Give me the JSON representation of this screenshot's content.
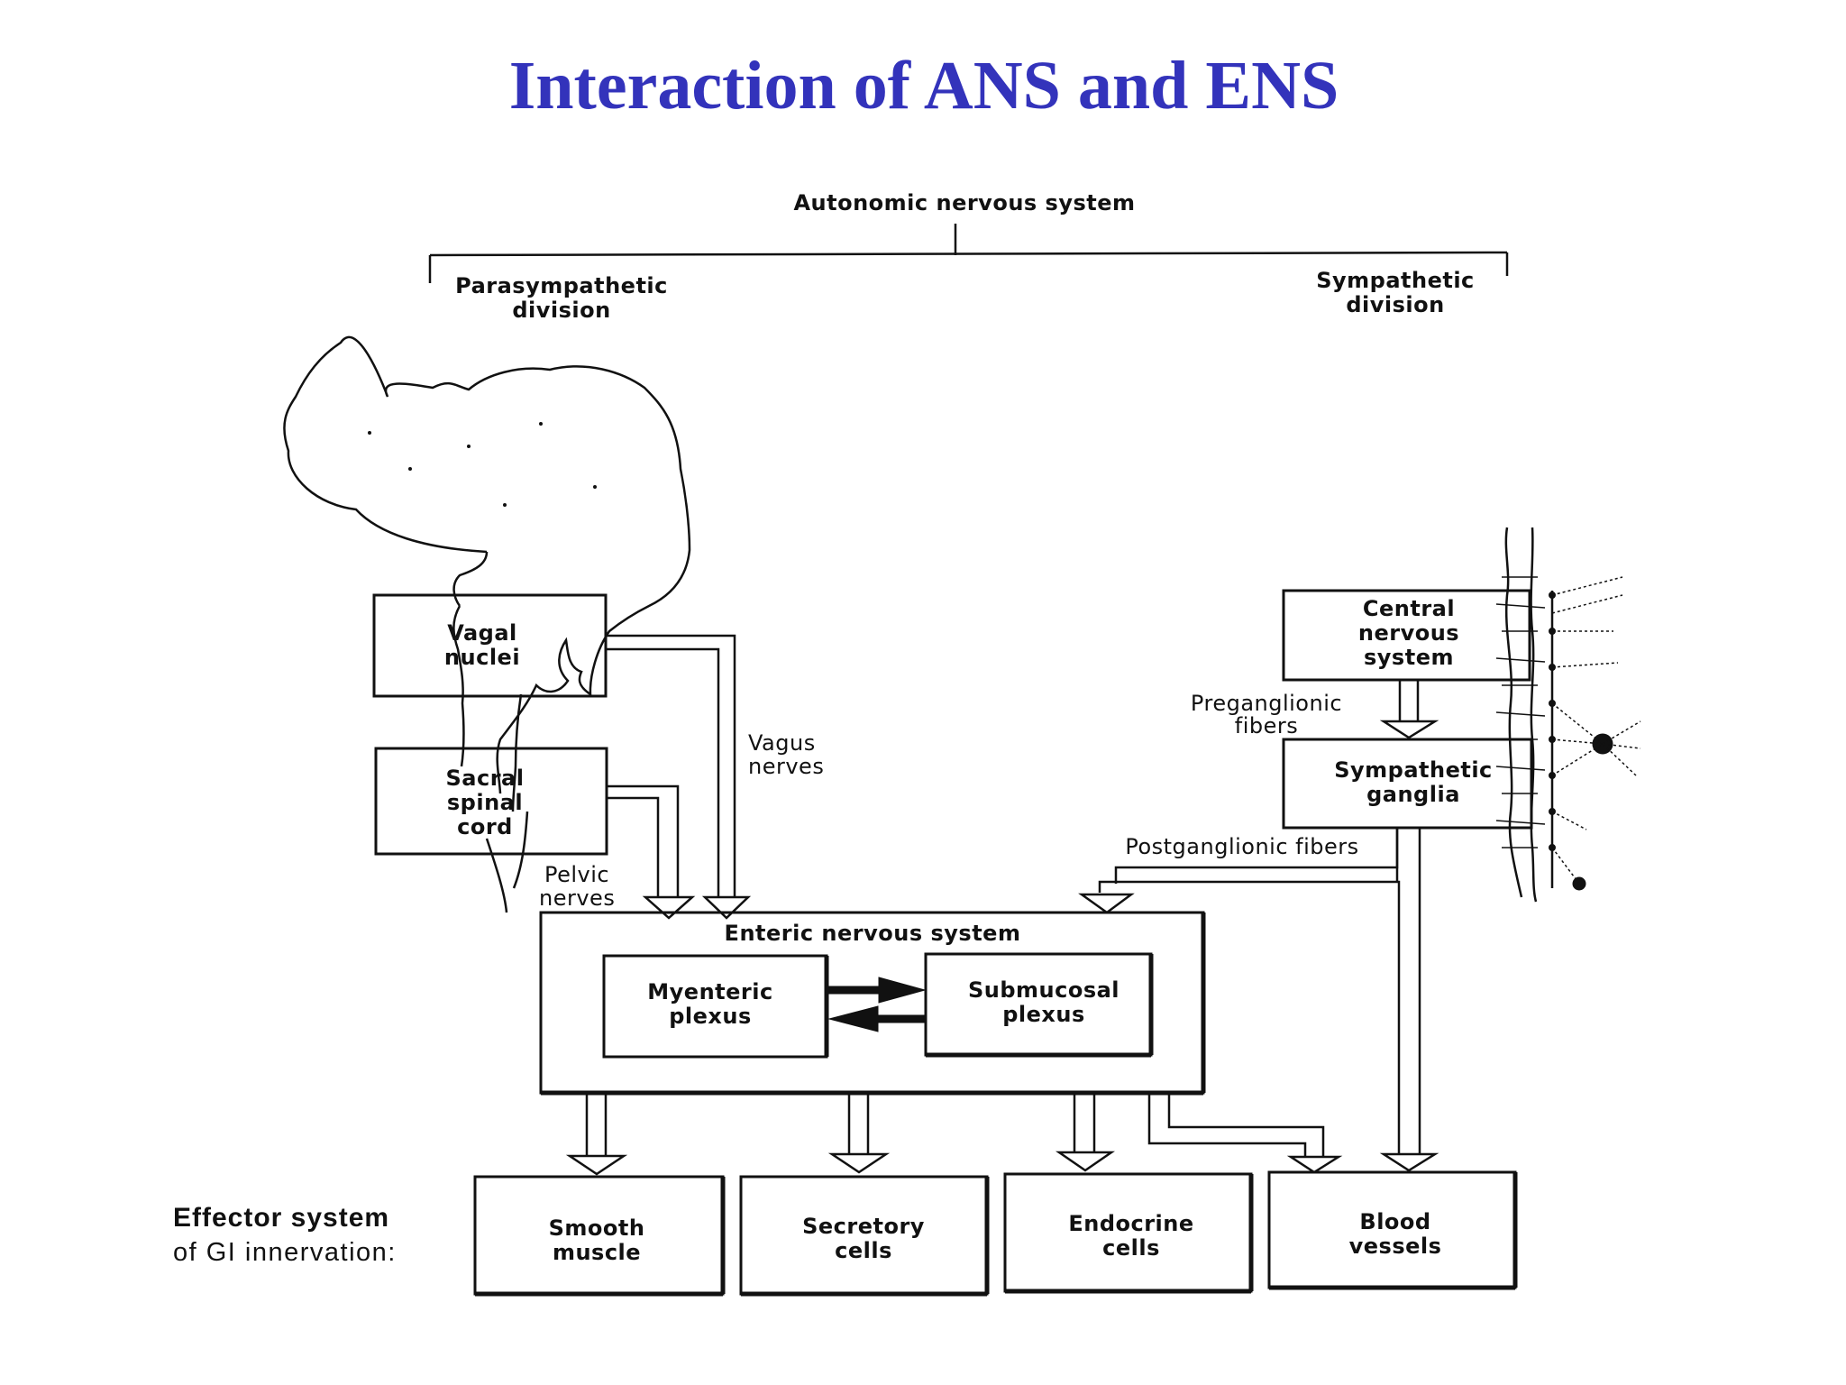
{
  "title": "Interaction of ANS and ENS",
  "top": {
    "root": "Autonomic nervous system",
    "parasympathetic": [
      "Parasympathetic",
      "division"
    ],
    "sympathetic": [
      "Sympathetic",
      "division"
    ]
  },
  "boxes": {
    "vagal": [
      "Vagal",
      "nuclei"
    ],
    "sacral": [
      "Sacral",
      "spinal",
      "cord"
    ],
    "cns": [
      "Central",
      "nervous",
      "system"
    ],
    "ganglia": [
      "Sympathetic",
      "ganglia"
    ],
    "ens": "Enteric nervous system",
    "myenteric": [
      "Myenteric",
      "plexus"
    ],
    "submucosal": [
      "Submucosal",
      "plexus"
    ]
  },
  "labels": {
    "vagus": [
      "Vagus",
      "nerves"
    ],
    "pelvic": [
      "Pelvic",
      "nerves"
    ],
    "preganglionic": [
      "Preganglionic",
      "fibers"
    ],
    "postganglionic": "Postganglionic fibers"
  },
  "effector": {
    "heading_1": "Effector system",
    "heading_2": "of GI innervation:",
    "items": [
      [
        "Smooth",
        "muscle"
      ],
      [
        "Secretory",
        "cells"
      ],
      [
        "Endocrine",
        "cells"
      ],
      [
        "Blood",
        "vessels"
      ]
    ]
  }
}
